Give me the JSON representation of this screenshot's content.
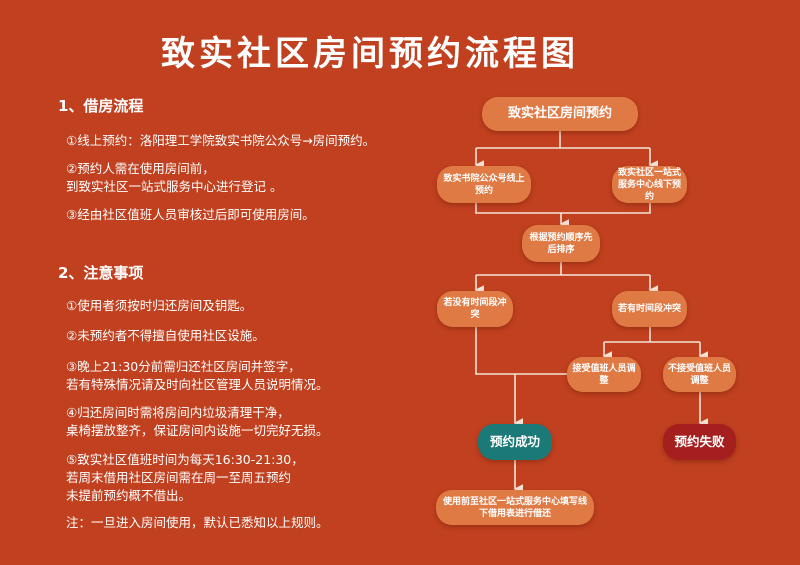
{
  "title": "致实社区房间预约流程图",
  "sections": [
    {
      "heading": "1、借房流程",
      "items": [
        "①线上预约：洛阳理工学院致实书院公众号→房间预约。",
        "②预约人需在使用房间前，\n到致实社区一站式服务中心进行登记 。",
        "③经由社区值班人员审核过后即可使用房间。"
      ]
    },
    {
      "heading": "2、注意事项",
      "items": [
        "①使用者须按时归还房间及钥匙。",
        "②未预约者不得擅自使用社区设施。",
        "③晚上21:30分前需归还社区房间并签字，\n若有特殊情况请及时向社区管理人员说明情况。",
        "④归还房间时需将房间内垃圾清理干净，\n桌椅摆放整齐，保证房间内设施一切完好无损。",
        "⑤致实社区值班时间为每天16:30-21:30，\n若周末借用社区房间需在周一至周五预约\n未提前预约概不借出。",
        "注：一旦进入房间使用，默认已悉知以上规则。"
      ]
    }
  ],
  "flow": {
    "start": "致实社区房间预约",
    "online": "致实书院公众号线上预约",
    "offline": "致实社区一站式服务中心线下预约",
    "sort": "根据预约顺序先后排序",
    "no_conflict": "若没有时间段冲突",
    "conflict": "若有时间段冲突",
    "accept": "接受值班人员调整",
    "reject": "不接受值班人员调整",
    "success": "预约成功",
    "fail": "预约失败",
    "final": "使用前至社区一站式服务中心填写线下借用表进行借还"
  },
  "colors": {
    "background": "#c0401f",
    "node": "#e07a45",
    "success": "#1b7a78",
    "fail": "#a51f1f"
  }
}
